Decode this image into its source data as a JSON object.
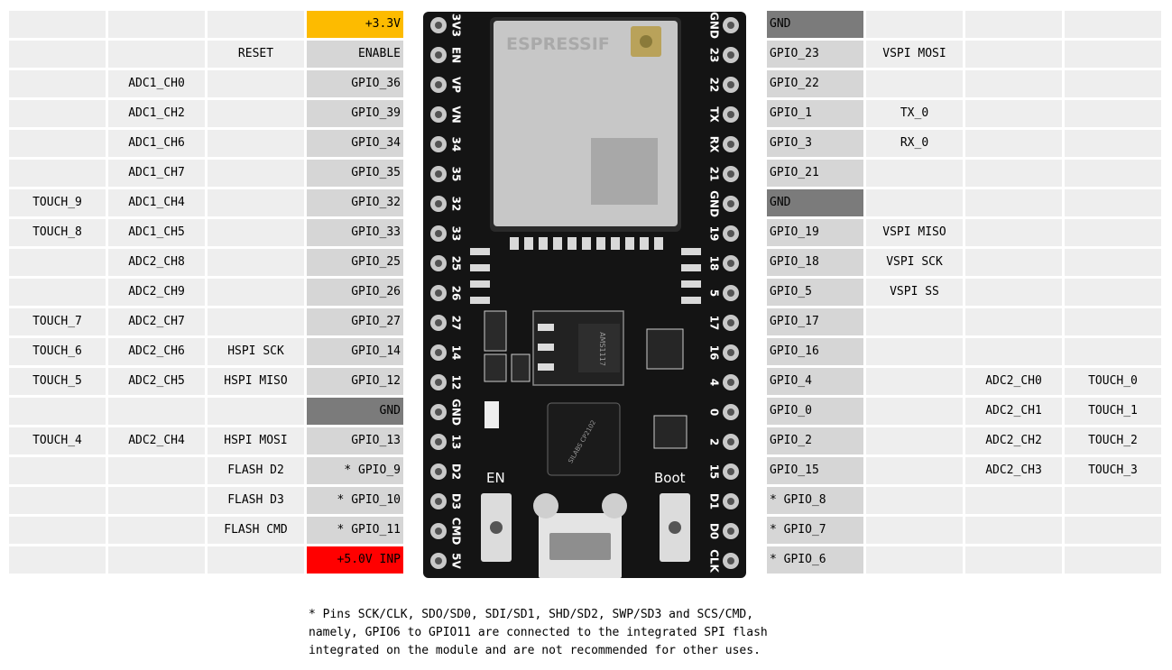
{
  "left_rows": [
    {
      "touch": "",
      "adc": "",
      "func": "",
      "pin": "+3.3V",
      "kind": "v33"
    },
    {
      "touch": "",
      "adc": "",
      "func": "RESET",
      "pin": "ENABLE",
      "kind": "gpio"
    },
    {
      "touch": "",
      "adc": "ADC1_CH0",
      "func": "",
      "pin": "GPIO_36",
      "kind": "gpio"
    },
    {
      "touch": "",
      "adc": "ADC1_CH2",
      "func": "",
      "pin": "GPIO_39",
      "kind": "gpio"
    },
    {
      "touch": "",
      "adc": "ADC1_CH6",
      "func": "",
      "pin": "GPIO_34",
      "kind": "gpio"
    },
    {
      "touch": "",
      "adc": "ADC1_CH7",
      "func": "",
      "pin": "GPIO_35",
      "kind": "gpio"
    },
    {
      "touch": "TOUCH_9",
      "adc": "ADC1_CH4",
      "func": "",
      "pin": "GPIO_32",
      "kind": "gpio"
    },
    {
      "touch": "TOUCH_8",
      "adc": "ADC1_CH5",
      "func": "",
      "pin": "GPIO_33",
      "kind": "gpio"
    },
    {
      "touch": "",
      "adc": "ADC2_CH8",
      "func": "",
      "pin": "GPIO_25",
      "kind": "gpio"
    },
    {
      "touch": "",
      "adc": "ADC2_CH9",
      "func": "",
      "pin": "GPIO_26",
      "kind": "gpio"
    },
    {
      "touch": "TOUCH_7",
      "adc": "ADC2_CH7",
      "func": "",
      "pin": "GPIO_27",
      "kind": "gpio"
    },
    {
      "touch": "TOUCH_6",
      "adc": "ADC2_CH6",
      "func": "HSPI SCK",
      "pin": "GPIO_14",
      "kind": "gpio"
    },
    {
      "touch": "TOUCH_5",
      "adc": "ADC2_CH5",
      "func": "HSPI MISO",
      "pin": "GPIO_12",
      "kind": "gpio"
    },
    {
      "touch": "",
      "adc": "",
      "func": "",
      "pin": "GND",
      "kind": "gnd"
    },
    {
      "touch": "TOUCH_4",
      "adc": "ADC2_CH4",
      "func": "HSPI MOSI",
      "pin": "GPIO_13",
      "kind": "gpio"
    },
    {
      "touch": "",
      "adc": "",
      "func": "FLASH D2",
      "pin": "* GPIO_9",
      "kind": "gpio"
    },
    {
      "touch": "",
      "adc": "",
      "func": "FLASH D3",
      "pin": "* GPIO_10",
      "kind": "gpio"
    },
    {
      "touch": "",
      "adc": "",
      "func": "FLASH CMD",
      "pin": "* GPIO_11",
      "kind": "gpio"
    },
    {
      "touch": "",
      "adc": "",
      "func": "",
      "pin": "+5.0V INP",
      "kind": "v5"
    }
  ],
  "right_rows": [
    {
      "pin": "GND",
      "func": "",
      "adc": "",
      "touch": "",
      "kind": "gnd"
    },
    {
      "pin": "GPIO_23",
      "func": "VSPI MOSI",
      "adc": "",
      "touch": "",
      "kind": "gpio"
    },
    {
      "pin": "GPIO_22",
      "func": "",
      "adc": "",
      "touch": "",
      "kind": "gpio"
    },
    {
      "pin": "GPIO_1",
      "func": "TX_0",
      "adc": "",
      "touch": "",
      "kind": "gpio"
    },
    {
      "pin": "GPIO_3",
      "func": "RX_0",
      "adc": "",
      "touch": "",
      "kind": "gpio"
    },
    {
      "pin": "GPIO_21",
      "func": "",
      "adc": "",
      "touch": "",
      "kind": "gpio"
    },
    {
      "pin": "GND",
      "func": "",
      "adc": "",
      "touch": "",
      "kind": "gnd"
    },
    {
      "pin": "GPIO_19",
      "func": "VSPI MISO",
      "adc": "",
      "touch": "",
      "kind": "gpio"
    },
    {
      "pin": "GPIO_18",
      "func": "VSPI SCK",
      "adc": "",
      "touch": "",
      "kind": "gpio"
    },
    {
      "pin": "GPIO_5",
      "func": "VSPI SS",
      "adc": "",
      "touch": "",
      "kind": "gpio"
    },
    {
      "pin": "GPIO_17",
      "func": "",
      "adc": "",
      "touch": "",
      "kind": "gpio"
    },
    {
      "pin": "GPIO_16",
      "func": "",
      "adc": "",
      "touch": "",
      "kind": "gpio"
    },
    {
      "pin": "GPIO_4",
      "func": "",
      "adc": "ADC2_CH0",
      "touch": "TOUCH_0",
      "kind": "gpio"
    },
    {
      "pin": "GPIO_0",
      "func": "",
      "adc": "ADC2_CH1",
      "touch": "TOUCH_1",
      "kind": "gpio"
    },
    {
      "pin": "GPIO_2",
      "func": "",
      "adc": "ADC2_CH2",
      "touch": "TOUCH_2",
      "kind": "gpio"
    },
    {
      "pin": "GPIO_15",
      "func": "",
      "adc": "ADC2_CH3",
      "touch": "TOUCH_3",
      "kind": "gpio"
    },
    {
      "pin": "* GPIO_8",
      "func": "",
      "adc": "",
      "touch": "",
      "kind": "gpio"
    },
    {
      "pin": "* GPIO_7",
      "func": "",
      "adc": "",
      "touch": "",
      "kind": "gpio"
    },
    {
      "pin": "* GPIO_6",
      "func": "",
      "adc": "",
      "touch": "",
      "kind": "gpio"
    }
  ],
  "board": {
    "brand": "ESPRESSIF",
    "left_silk": [
      "3V3",
      "EN",
      "VP",
      "VN",
      "34",
      "35",
      "32",
      "33",
      "25",
      "26",
      "27",
      "14",
      "12",
      "GND",
      "13",
      "D2",
      "D3",
      "CMD",
      "5V"
    ],
    "right_silk": [
      "GND",
      "23",
      "22",
      "TX",
      "RX",
      "21",
      "GND",
      "19",
      "18",
      "5",
      "17",
      "16",
      "4",
      "0",
      "2",
      "15",
      "D1",
      "D0",
      "CLK"
    ],
    "en_label": "EN",
    "boot_label": "Boot",
    "chip_text": "SILABS CP2102",
    "regulator_text": "AMS1117"
  },
  "colors": {
    "cell": "#eeeeee",
    "gpio": "#d6d6d6",
    "gnd": "#7b7b7b",
    "v33": "#fdbb00",
    "v5": "#ff0000",
    "pcb": "#141414"
  },
  "note": "* Pins SCK/CLK, SDO/SD0, SDI/SD1, SHD/SD2, SWP/SD3 and SCS/CMD,\nnamely, GPIO6 to GPIO11 are connected to the integrated SPI flash\nintegrated on the module and are not recommended for other uses."
}
